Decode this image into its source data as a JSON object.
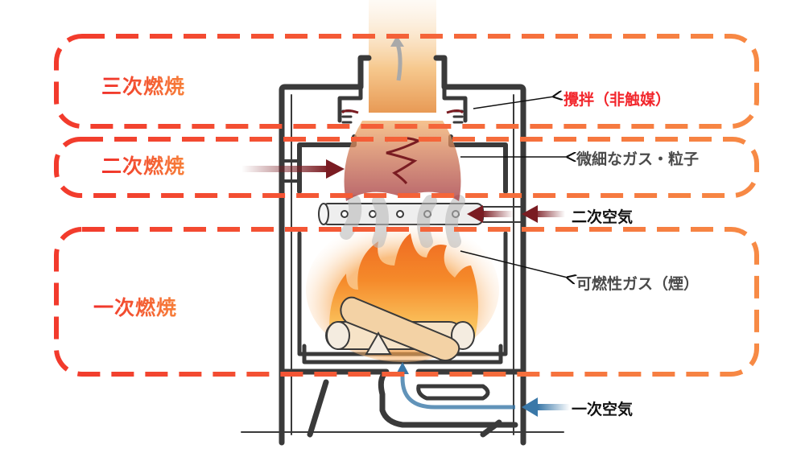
{
  "title": "薪ストーブの燃焼の仕組み",
  "zones": [
    {
      "id": "tertiary",
      "label": "三次燃焼"
    },
    {
      "id": "secondary",
      "label": "二次燃焼"
    },
    {
      "id": "primary",
      "label": "一次燃焼"
    }
  ],
  "callouts": [
    {
      "id": "stirring",
      "text": "攪拌（非触媒）",
      "color": "#f2262c"
    },
    {
      "id": "fine-gas",
      "text": "微細なガス・粒子",
      "color": "#4a4a4a"
    },
    {
      "id": "secondary-air",
      "text": "二次空気",
      "color": "#111111"
    },
    {
      "id": "combustible-gas",
      "text": "可燃性ガス（煙）",
      "color": "#4a4a4a"
    },
    {
      "id": "primary-air",
      "text": "一次空気",
      "color": "#111111"
    }
  ],
  "colors": {
    "zone_dash_start": "#f23a2c",
    "zone_dash_end": "#f78a45",
    "stove_body": "#3a3a3a",
    "flame": "#f58a2a",
    "hot_gas": "#8a1f2a",
    "primary_air_arrow": "#3a78a8",
    "secondary_air_arrow": "#7a1c22",
    "smoke": "#b8b8b8"
  }
}
